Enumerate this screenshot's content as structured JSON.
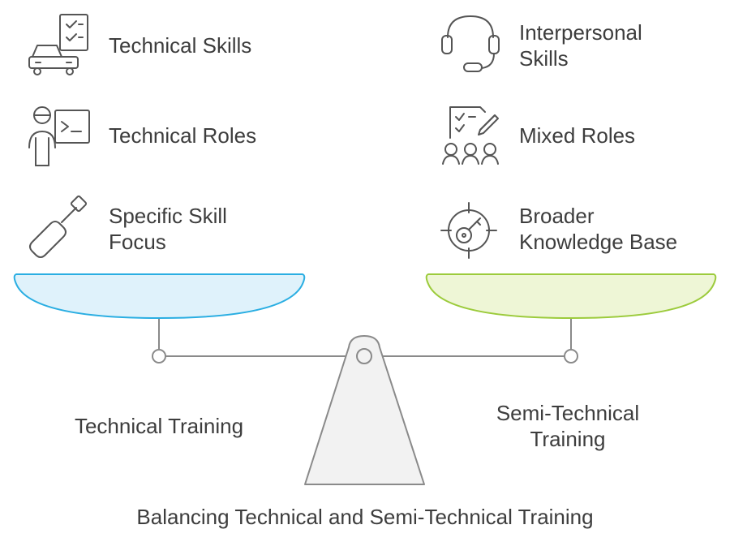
{
  "left_items": [
    {
      "label": "Technical Skills",
      "icon": "car-checklist-icon"
    },
    {
      "label": "Technical Roles",
      "icon": "person-terminal-icon"
    },
    {
      "label": "Specific Skill\nFocus",
      "icon": "screwdriver-icon"
    }
  ],
  "right_items": [
    {
      "label": "Interpersonal\nSkills",
      "icon": "headset-icon"
    },
    {
      "label": "Mixed Roles",
      "icon": "team-planning-icon"
    },
    {
      "label": "Broader\nKnowledge Base",
      "icon": "target-key-icon"
    }
  ],
  "left_pan_label": "Technical Training",
  "right_pan_label": "Semi-Technical\nTraining",
  "title": "Balancing Technical and Semi-Technical Training",
  "colors": {
    "left_pan_fill": "#dff2fb",
    "left_pan_stroke": "#2aaee2",
    "right_pan_fill": "#eef6d6",
    "right_pan_stroke": "#9ccb3c",
    "fulcrum_fill": "#f2f2f2",
    "line": "#8a8a8a"
  }
}
